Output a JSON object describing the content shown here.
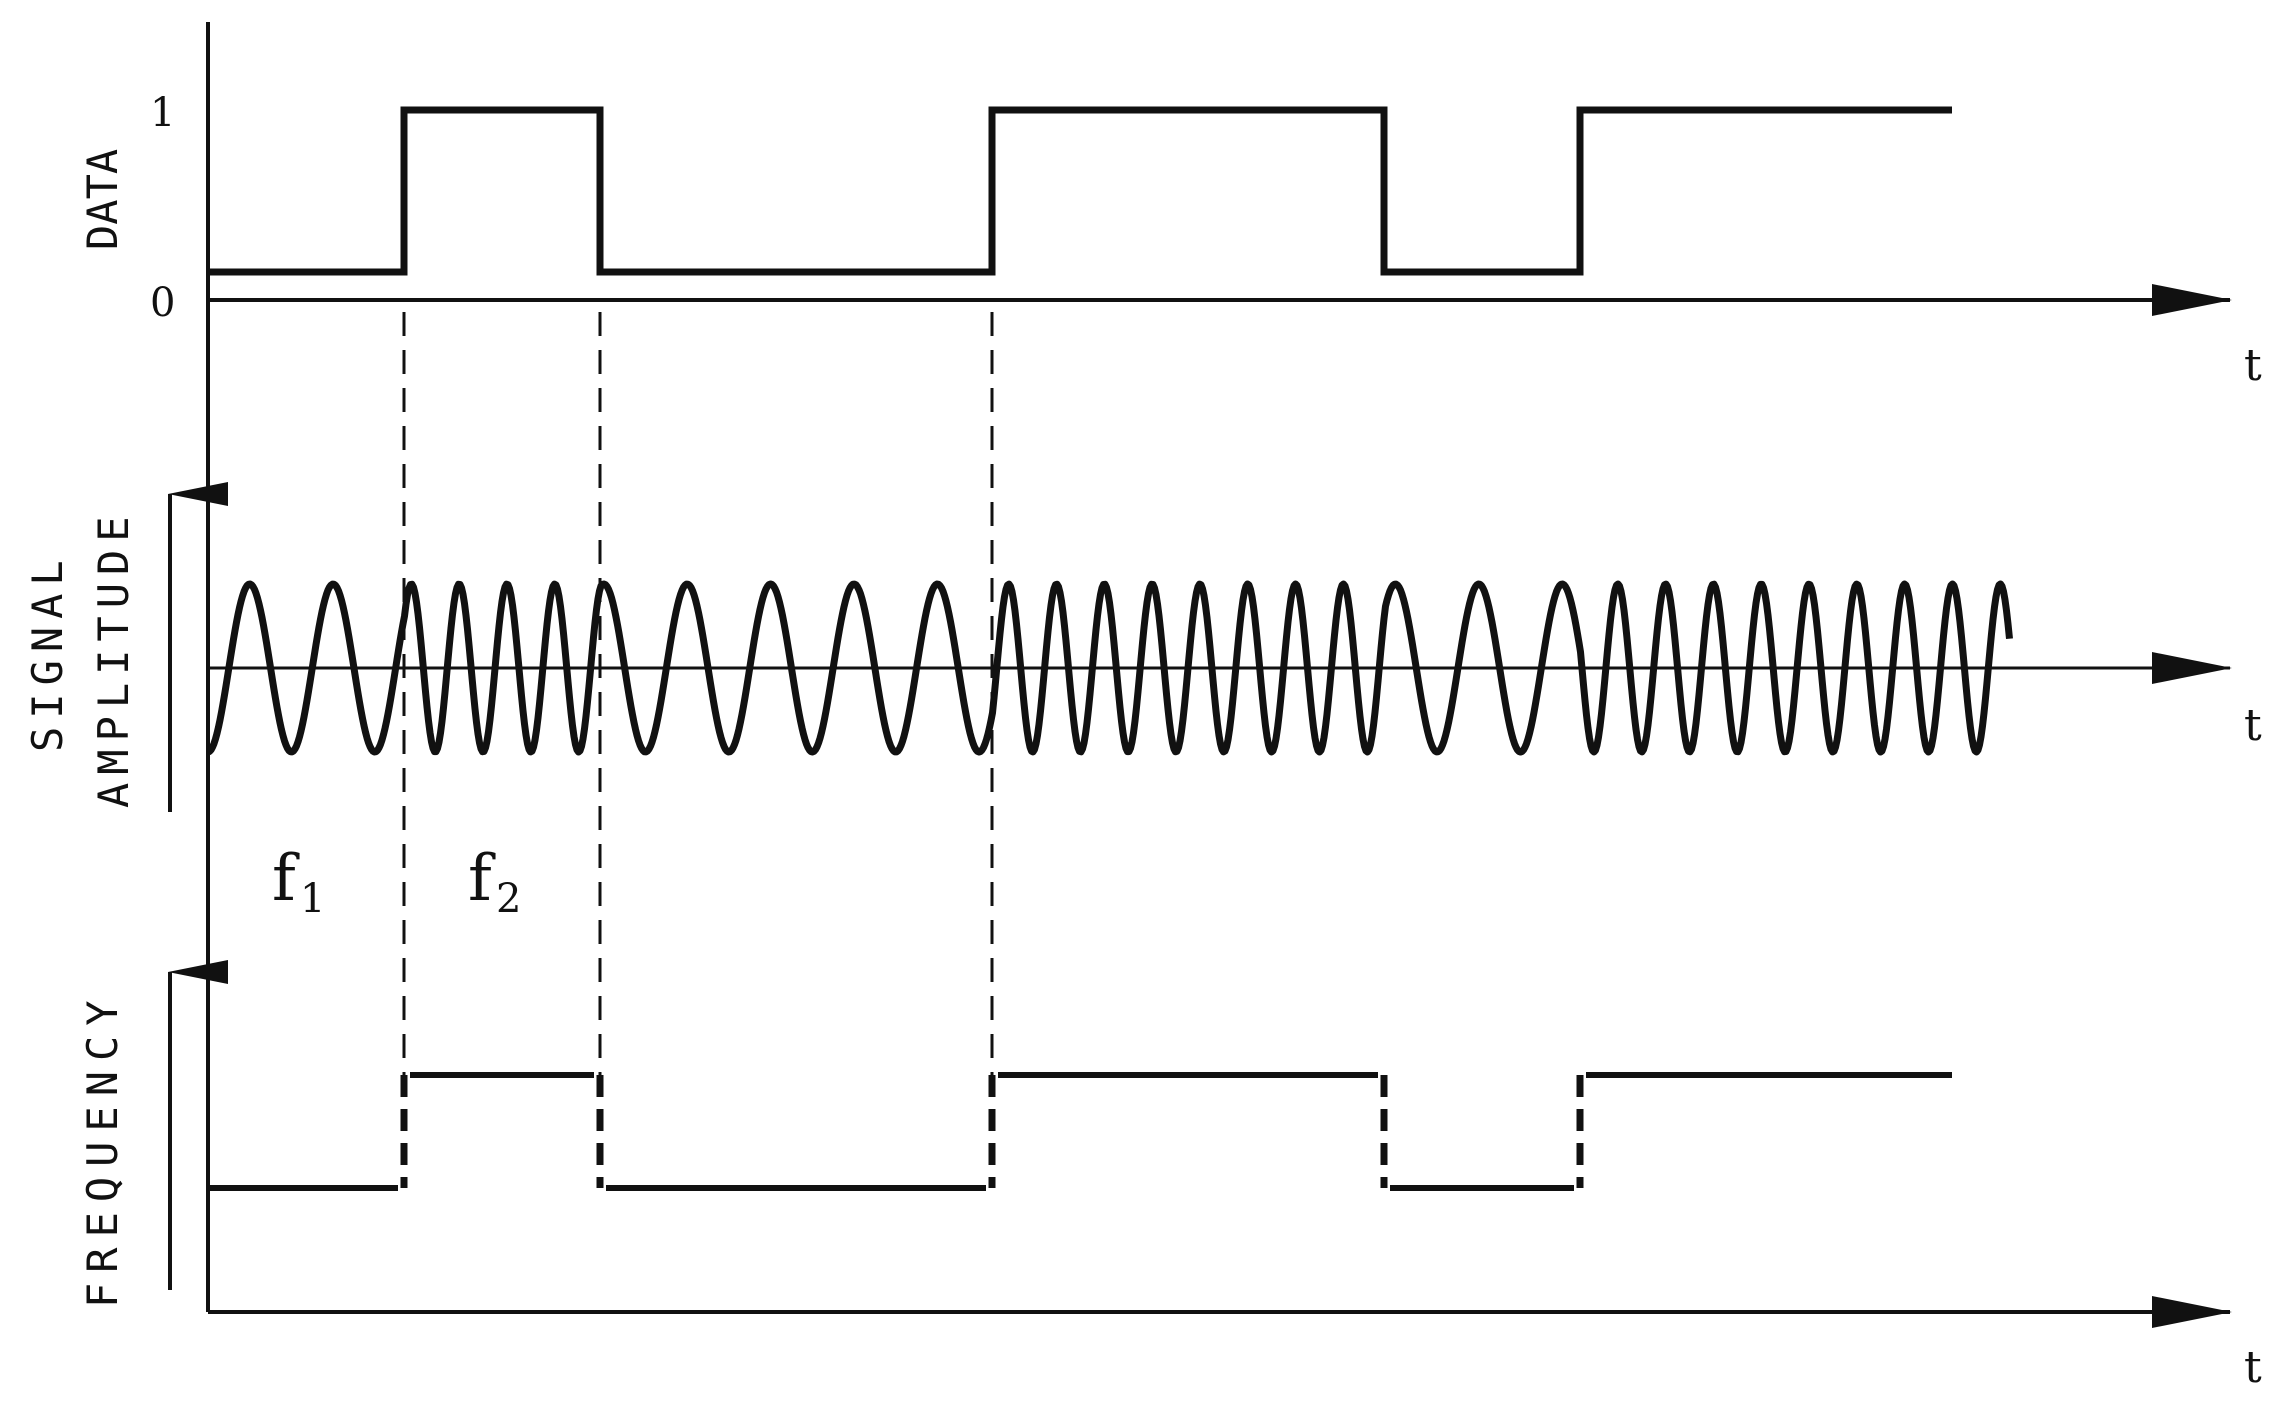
{
  "panels": {
    "data": {
      "ylabel": "DATA",
      "tick_high": "1",
      "tick_low": "0",
      "xlabel": "t"
    },
    "signal": {
      "ylabel_line1": "SIGNAL",
      "ylabel_line2": "AMPLITUDE",
      "xlabel": "t"
    },
    "frequency": {
      "ylabel": "FREQUENCY",
      "xlabel": "t"
    }
  },
  "freq_labels": {
    "f1": {
      "base": "f",
      "sub": "1"
    },
    "f2": {
      "base": "f",
      "sub": "2"
    }
  },
  "bit_sequence": [
    0,
    1,
    0,
    1,
    0,
    1
  ],
  "bit_durations": [
    1,
    1,
    2,
    2,
    1,
    2
  ],
  "signal": {
    "f1_cycles_per_unit": 2.35,
    "f2_cycles_per_unit": 4.1
  },
  "colors": {
    "ink": "#111111",
    "background": "#ffffff"
  }
}
